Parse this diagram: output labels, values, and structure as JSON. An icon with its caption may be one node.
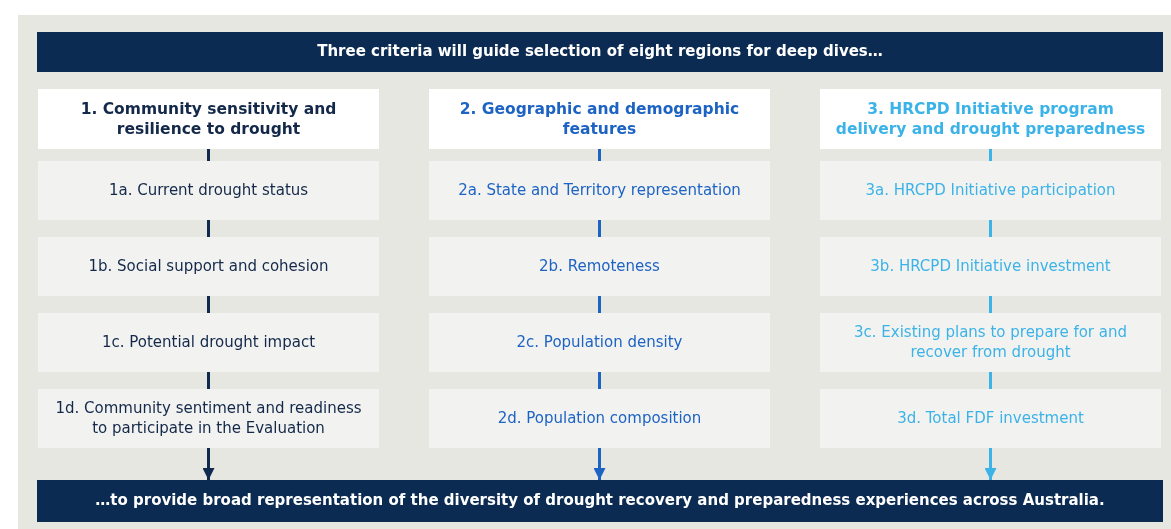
{
  "diagram": {
    "nodes": [
      {
        "text": [
          "Three criteria will guide selection of eight regions for deep dives…"
        ]
      },
      {
        "text": [
          "1. Community sensitivity and resilience to drought"
        ]
      },
      {
        "text": [
          "1a. Current drought status"
        ]
      },
      {
        "text": [
          "1b. Social support and cohesion"
        ]
      },
      {
        "text": [
          "1c. Potential drought impact"
        ]
      },
      {
        "text": [
          "1d. Community sentiment and readiness to participate in the Evaluation"
        ]
      },
      {
        "text": [
          "2. Geographic and demographic features"
        ]
      },
      {
        "text": [
          "2a. State and Territory representation"
        ]
      },
      {
        "text": [
          "2b. Remoteness"
        ]
      },
      {
        "text": [
          "2c. Population density"
        ]
      },
      {
        "text": [
          "2d. Population composition"
        ]
      },
      {
        "text": [
          "3. HRCPD Initiative program delivery and drought preparedness"
        ]
      },
      {
        "text": [
          "3a. HRCPD Initiative participation"
        ]
      },
      {
        "text": [
          "3b. HRCPD Initiative investment"
        ]
      },
      {
        "text": [
          "3c. Existing plans to prepare for and recover from drought"
        ]
      },
      {
        "text": [
          "3d.  Total FDF investment"
        ]
      },
      {
        "text": [
          "…to provide broad representation of the diversity of drought recovery and preparedness experiences across Australia."
        ]
      }
    ],
    "edges": [
      {
        "from": 1,
        "to": 2,
        "arrow": "none",
        "color": "#0f2a4f"
      },
      {
        "from": 2,
        "to": 3,
        "arrow": "none",
        "color": "#0f2a4f"
      },
      {
        "from": 3,
        "to": 4,
        "arrow": "none",
        "color": "#0f2a4f"
      },
      {
        "from": 4,
        "to": 5,
        "arrow": "none",
        "color": "#0f2a4f"
      },
      {
        "from": 5,
        "to": 16,
        "arrow": "to",
        "color": "#0f2a4f"
      },
      {
        "from": 6,
        "to": 7,
        "arrow": "none",
        "color": "#1d63c4"
      },
      {
        "from": 7,
        "to": 8,
        "arrow": "none",
        "color": "#1d63c4"
      },
      {
        "from": 8,
        "to": 9,
        "arrow": "none",
        "color": "#1d63c4"
      },
      {
        "from": 9,
        "to": 10,
        "arrow": "none",
        "color": "#1d63c4"
      },
      {
        "from": 10,
        "to": 16,
        "arrow": "to",
        "color": "#1d63c4"
      },
      {
        "from": 11,
        "to": 12,
        "arrow": "none",
        "color": "#3cb3e8"
      },
      {
        "from": 12,
        "to": 13,
        "arrow": "none",
        "color": "#3cb3e8"
      },
      {
        "from": 13,
        "to": 14,
        "arrow": "none",
        "color": "#3cb3e8"
      },
      {
        "from": 14,
        "to": 15,
        "arrow": "none",
        "color": "#3cb3e8"
      },
      {
        "from": 15,
        "to": 16,
        "arrow": "to",
        "color": "#3cb3e8"
      }
    ]
  }
}
